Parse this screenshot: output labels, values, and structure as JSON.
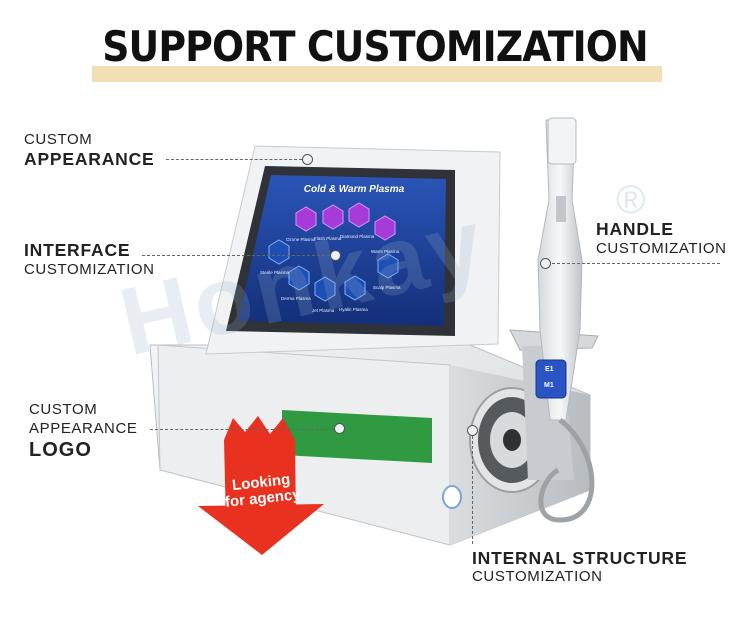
{
  "headline": "SUPPORT CUSTOMIZATION",
  "watermark": "Honkay",
  "watermark_mark": "®",
  "screen": {
    "title": "Cold & Warm Plasma",
    "tiles": [
      "Ozone Plasma",
      "Flash Plasma",
      "Diamond Plasma",
      "Warm Plasma",
      "Sterile Plasma",
      "Derma Plasma",
      "Jet Plasma",
      "Hyalin Plasma",
      "Scalp Plasma"
    ]
  },
  "callouts": {
    "appearance": {
      "line1": "CUSTOM",
      "line2": "APPEARANCE"
    },
    "interface": {
      "line1": "INTERFACE",
      "line2": "CUSTOMIZATION"
    },
    "logo": {
      "line1": "CUSTOM",
      "line2": "APPEARANCE",
      "line3": "LOGO"
    },
    "handle": {
      "line1": "HANDLE",
      "line2": "CUSTOMIZATION"
    },
    "internal": {
      "line1": "INTERNAL STRUCTURE",
      "line2": "CUSTOMIZATION"
    }
  },
  "badge": {
    "line1": "Looking",
    "line2": "for agency"
  },
  "handle_panel": {
    "button1": "E1",
    "button2": "M1"
  },
  "colors": {
    "banner": "#f2dfb3",
    "screen": "#1a3f96",
    "logo_panel": "#2f9a42",
    "badge": "#e8321f",
    "tile": "#a63bd8"
  }
}
